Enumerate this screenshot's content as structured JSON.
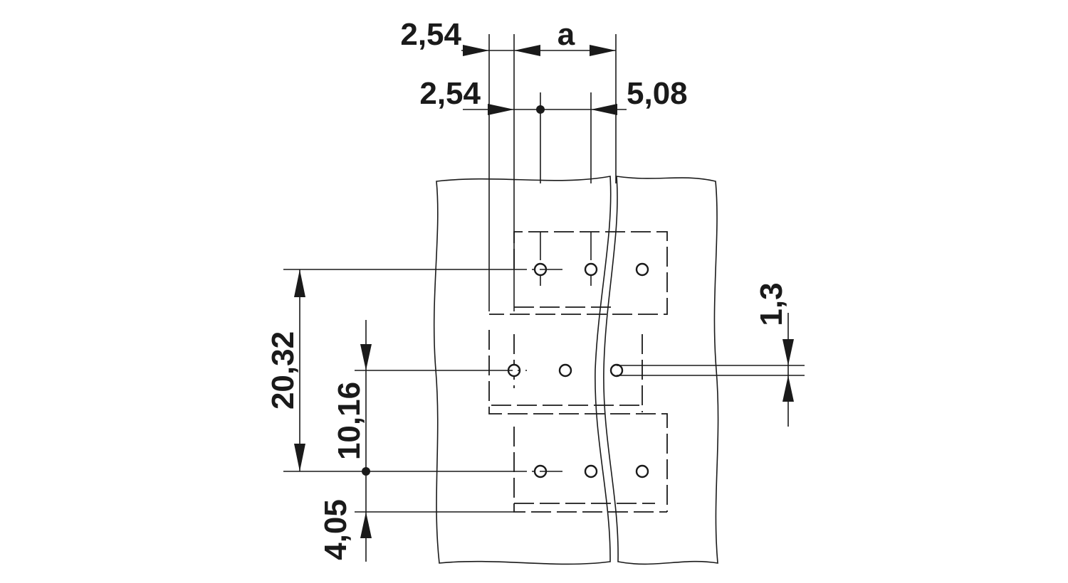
{
  "dimensions": {
    "top_pitch": "2,54",
    "pitch_a": "a",
    "second_pitch": "2,54",
    "offset_right": "5,08",
    "row_span": "20,32",
    "row_pitch": "10,16",
    "edge_offset": "4,05",
    "hole_diameter": "1,3"
  },
  "colors": {
    "line": "#1a1a1a",
    "background": "#ffffff"
  }
}
